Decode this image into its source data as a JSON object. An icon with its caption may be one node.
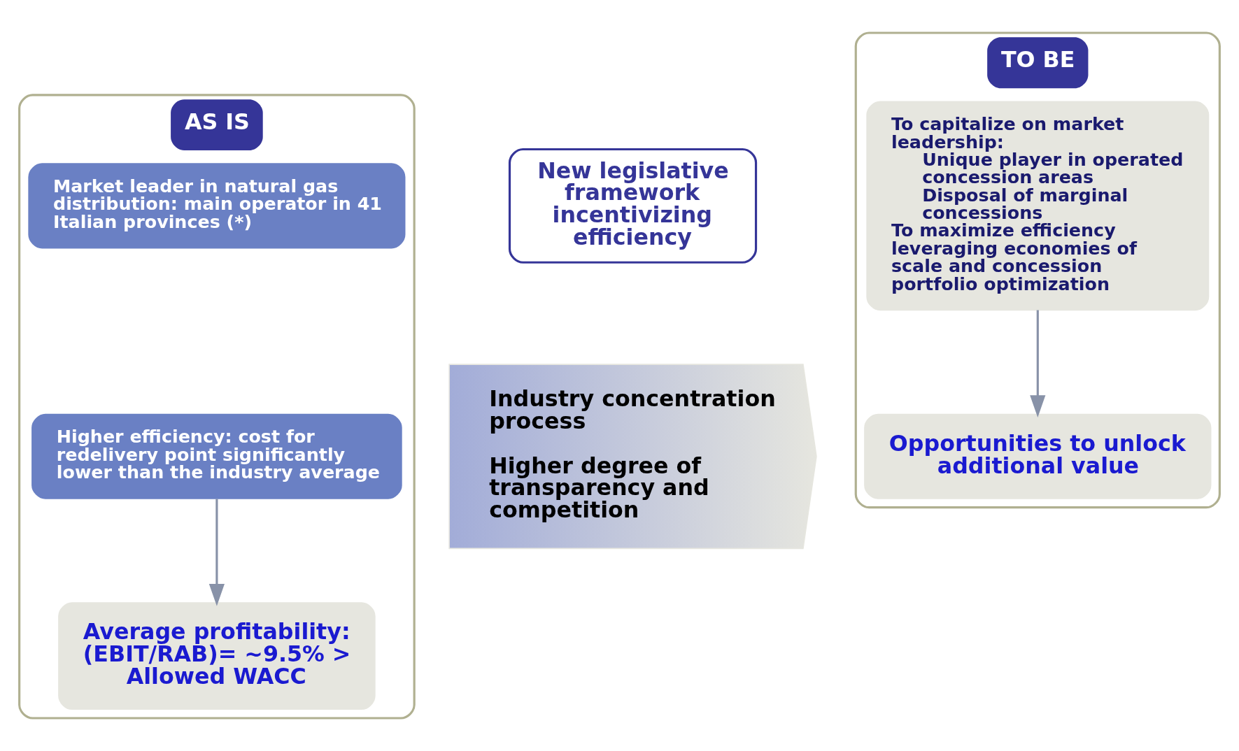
{
  "diagram": {
    "nodes": [
      {
        "text": [
          "AS IS"
        ]
      },
      {
        "text": [
          "Market leader in natural gas distribution: main operator in 41 Italian provinces (*)"
        ],
        "in": 0
      },
      {
        "text": [
          "Higher efficiency: cost for redelivery point significantly lower than the industry average"
        ],
        "in": 0
      },
      {
        "text": [
          "Average profitability: (EBIT/RAB)= ~9.5% > Allowed WACC"
        ],
        "in": 0
      },
      {
        "text": [
          "New legislative framework incentivizing efficiency"
        ]
      },
      {
        "text": [
          "Industry concentration process",
          "Higher degree of transparency and competition"
        ]
      },
      {
        "text": [
          "TO BE"
        ]
      },
      {
        "text": [
          "To capitalize on market leadership:",
          "Unique player in operated concession areas",
          "Disposal of marginal concessions",
          "To maximize efficiency leveraging economies of scale and concession portfolio optimization"
        ],
        "in": 6
      },
      {
        "text": [
          "Opportunities to unlock additional value"
        ],
        "in": 6
      }
    ],
    "edges": [
      {
        "from": 2,
        "to": 3,
        "arrow": "to"
      },
      {
        "from": 7,
        "to": 8,
        "arrow": "to"
      }
    ]
  }
}
